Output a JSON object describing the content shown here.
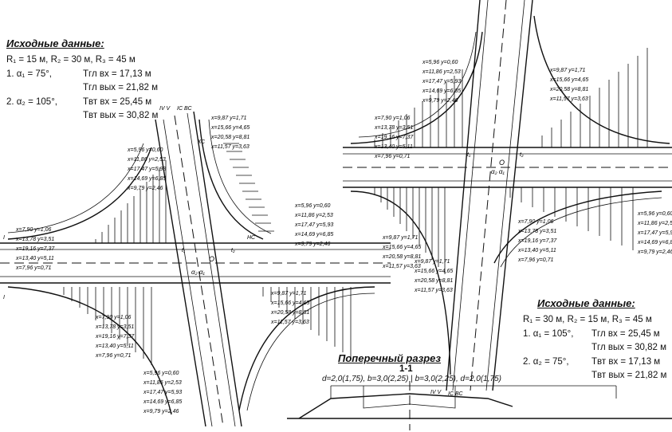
{
  "left_data": {
    "title": "Исходные данные:",
    "radii": "R₁ = 15 м,  R₂ = 30 м,  R₃ = 45 м",
    "rows": [
      {
        "angle": "1.  α₁ = 75°,",
        "t_in": "Tгл вх = 17,13 м",
        "t_out": "Tгл вых = 21,82 м"
      },
      {
        "angle": "2.  α₂ = 105°,",
        "t_in": "Tвт вх = 25,45 м",
        "t_out": "Tвт вых = 30,82 м"
      }
    ]
  },
  "right_data": {
    "title": "Исходные данные:",
    "radii": "R₁ = 30 м,  R₂ = 15 м,  R₃ = 45 м",
    "rows": [
      {
        "angle": "1.  α₁ = 105°,",
        "t_in": "Tгл вх = 25,45 м",
        "t_out": "Tгл вых = 30,82 м"
      },
      {
        "angle": "2.  α₂ = 75°,",
        "t_in": "Tвт вх = 17,13 м",
        "t_out": "Tвт вых = 21,82 м"
      }
    ]
  },
  "section": {
    "title": "Поперечный разрез",
    "label": "1-1",
    "dims": "d=2,0(1,75), b=3,0(2,25) | b=3,0(2,25), d=2,0(1,75)"
  },
  "marks": {
    "center": "O",
    "angle": "α₂ α₁",
    "kc": "КС",
    "nc": "НС",
    "t1": "t₁",
    "t2": "t₂",
    "road_ends": "IV V",
    "road_ends2": "IC ВС",
    "one": "I"
  },
  "coord_labels": [
    "x=5,96 y=0,60",
    "x=7,90 y=1,06",
    "x=9,87 y=1,71",
    "x=11,86 y=2,53",
    "x=13,78 y=3,51",
    "x=15,66 y=4,65",
    "x=17,47 y=5,93",
    "x=19,16 y=7,37",
    "x=20,58 y=8,81",
    "x=14,69 y=6,85",
    "x=13,40 y=5,11",
    "x=11,57 y=3,63",
    "x=9,79 y=2,46",
    "x=7,96 y=0,71"
  ]
}
